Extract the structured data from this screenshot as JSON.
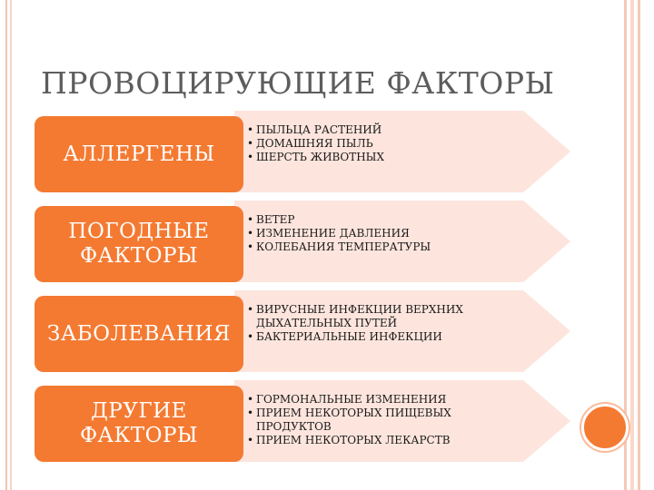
{
  "title": "ПРОВОЦИРУЮЩИЕ ФАКТОРЫ",
  "colors": {
    "accent": "#f47a32",
    "arrow_fill": "#fde5dd",
    "stripe": "#f4c9b8",
    "title_text": "#5d5d5d"
  },
  "rows": [
    {
      "label": "АЛЛЕРГЕНЫ",
      "items": [
        "ПЫЛЬЦА РАСТЕНИЙ",
        "ДОМАШНЯЯ ПЫЛЬ",
        "ШЕРСТЬ ЖИВОТНЫХ"
      ]
    },
    {
      "label": "ПОГОДНЫЕ ФАКТОРЫ",
      "items": [
        "ВЕТЕР",
        "ИЗМЕНЕНИЕ ДАВЛЕНИЯ",
        "КОЛЕБАНИЯ ТЕМПЕРАТУРЫ"
      ]
    },
    {
      "label": "ЗАБОЛЕВАНИЯ",
      "items": [
        "ВИРУСНЫЕ ИНФЕКЦИИ ВЕРХНИХ ДЫХАТЕЛЬНЫХ ПУТЕЙ",
        "БАКТЕРИАЛЬНЫЕ ИНФЕКЦИИ"
      ]
    },
    {
      "label": "ДРУГИЕ ФАКТОРЫ",
      "items": [
        "ГОРМОНАЛЬНЫЕ ИЗМЕНЕНИЯ",
        "ПРИЕМ  НЕКОТОРЫХ ПИЩЕВЫХ ПРОДУКТОВ",
        "ПРИЕМ НЕКОТОРЫХ ЛЕКАРСТВ"
      ]
    }
  ]
}
